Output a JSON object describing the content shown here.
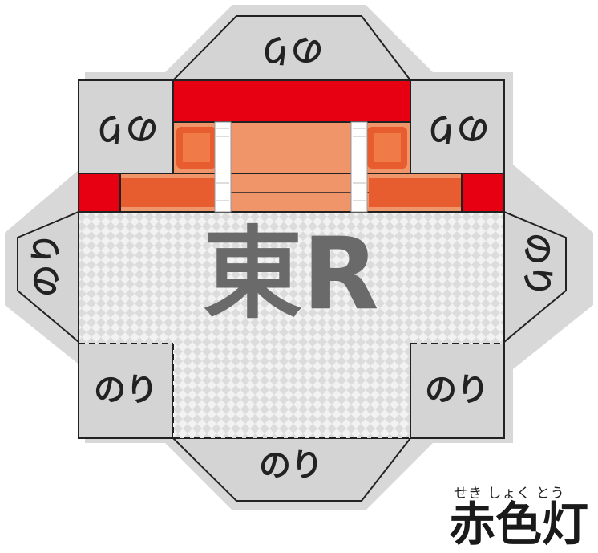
{
  "glue_label": "のり",
  "main_label": "東R",
  "ruby": "せき しょく とう",
  "title": "赤色灯",
  "colors": {
    "outline_gray": "#d8d8d8",
    "flap_gray": "#d4d4d4",
    "face_gray": "#e6e6e6",
    "red": "#e60012",
    "orange": "#f0956a",
    "orange_dark": "#e85d30",
    "text_gray": "#6a6a6a"
  }
}
